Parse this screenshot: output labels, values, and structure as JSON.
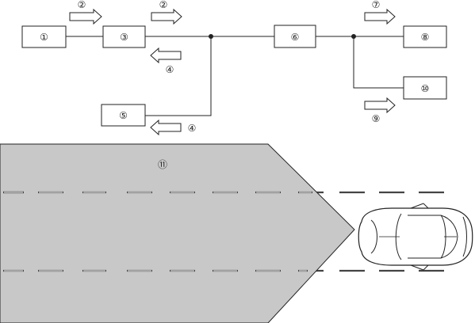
{
  "diagram": {
    "boxes": {
      "b1": "①",
      "b3": "③",
      "b5": "⑤",
      "b6": "⑥",
      "b8": "⑧",
      "b10": "⑩"
    },
    "arrows": {
      "a2_left": "②",
      "a2_right": "②",
      "a4_top": "④",
      "a4_bottom": "④",
      "a7": "⑦",
      "a9": "⑨"
    },
    "area_label": "⑪"
  },
  "colors": {
    "detection_area": "#c8c8c8",
    "line": "#222222"
  }
}
